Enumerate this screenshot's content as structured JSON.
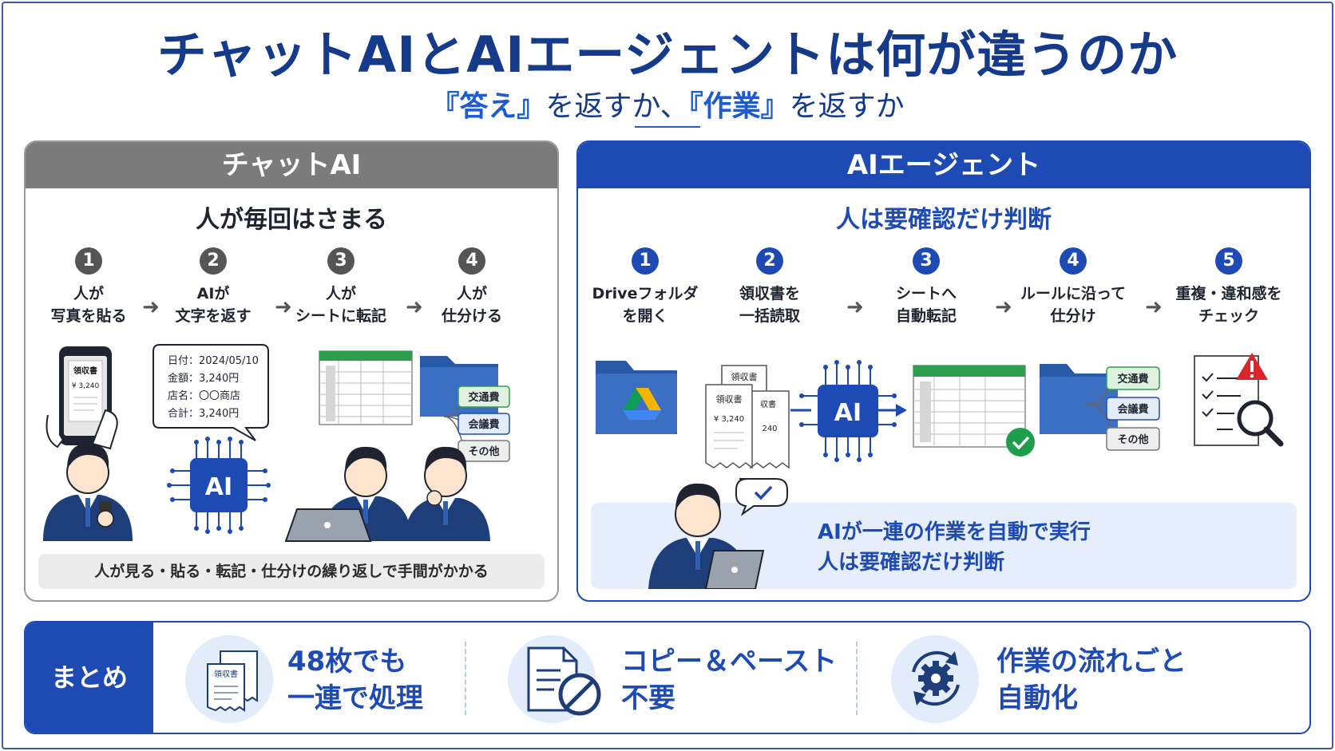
{
  "title": "チャットAIとAIエージェントは何が違うのか",
  "subtitle": {
    "answer": "『答え』",
    "mid": "を返すか、",
    "work": "『作業』",
    "end": "を返すか"
  },
  "chat_ai": {
    "header": "チャットAI",
    "subheading": "人が毎回はさまる",
    "steps": [
      {
        "num": "1",
        "line1": "人が",
        "line2": "写真を貼る"
      },
      {
        "num": "2",
        "line1": "AIが",
        "line2": "文字を返す"
      },
      {
        "num": "3",
        "line1": "人が",
        "line2": "シートに転記"
      },
      {
        "num": "4",
        "line1": "人が",
        "line2": "仕分ける"
      }
    ],
    "phone_receipt": {
      "title": "領収書",
      "amount": "¥ 3,240"
    },
    "bubble": {
      "l1": "日付：2024/05/10",
      "l2": "金額：3,240円",
      "l3": "店名：〇〇商店",
      "l4": "合計：3,240円"
    },
    "ai_chip": "AI",
    "folder_tags": [
      "交通費",
      "会議費",
      "その他"
    ],
    "footer": "人が見る・貼る・転記・仕分けの繰り返しで手間がかかる"
  },
  "ai_agent": {
    "header": "AIエージェント",
    "subheading": "人は要確認だけ判断",
    "steps": [
      {
        "num": "1",
        "line1": "Driveフォルダ",
        "line2": "を開く"
      },
      {
        "num": "2",
        "line1": "領収書を",
        "line2": "一括読取"
      },
      {
        "num": "3",
        "line1": "シートへ",
        "line2": "自動転記"
      },
      {
        "num": "4",
        "line1": "ルールに沿って",
        "line2": "仕分け"
      },
      {
        "num": "5",
        "line1": "重複・違和感を",
        "line2": "チェック"
      }
    ],
    "receipts": {
      "title": "領収書",
      "amount": "¥ 3,240",
      "partial_title": "収書",
      "partial_amount": "240"
    },
    "ai_chip": "AI",
    "folder_tags": [
      "交通費",
      "会議費",
      "その他"
    ],
    "footer": {
      "line1": "AIが一連の作業を自動で実行",
      "line2": "人は要確認だけ判断"
    }
  },
  "summary": {
    "tag": "まとめ",
    "doc_icon_label": "領収書",
    "items": [
      {
        "line1": "48枚でも",
        "line2": "一連で処理"
      },
      {
        "line1": "コピー＆ペースト",
        "line2": "不要"
      },
      {
        "line1": "作業の流れごと",
        "line2": "自動化"
      }
    ]
  },
  "colors": {
    "navy": "#163a8a",
    "blue": "#1e4bb3",
    "gray_header": "#7b7b7b",
    "light_blue": "#e6eefb",
    "green_check": "#1e9e4a"
  }
}
